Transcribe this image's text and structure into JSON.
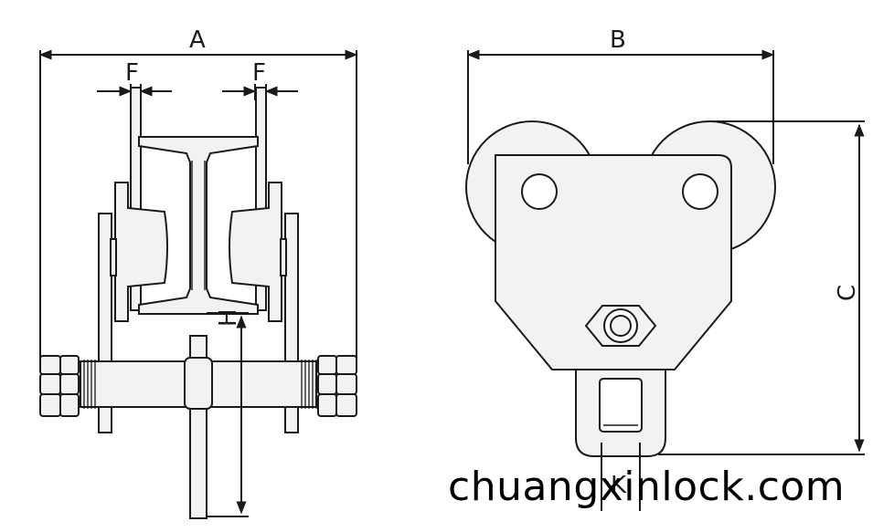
{
  "labels": {
    "a": "A",
    "f_left": "F",
    "f_right": "F",
    "h": "H",
    "b": "B",
    "c": "C",
    "k": "K"
  },
  "watermark": "chuangxinlock.com",
  "colors": {
    "line": "#1a1a1a",
    "fill": "#f2f2f2",
    "shade": "#dcdcdc",
    "background": "#ffffff"
  }
}
